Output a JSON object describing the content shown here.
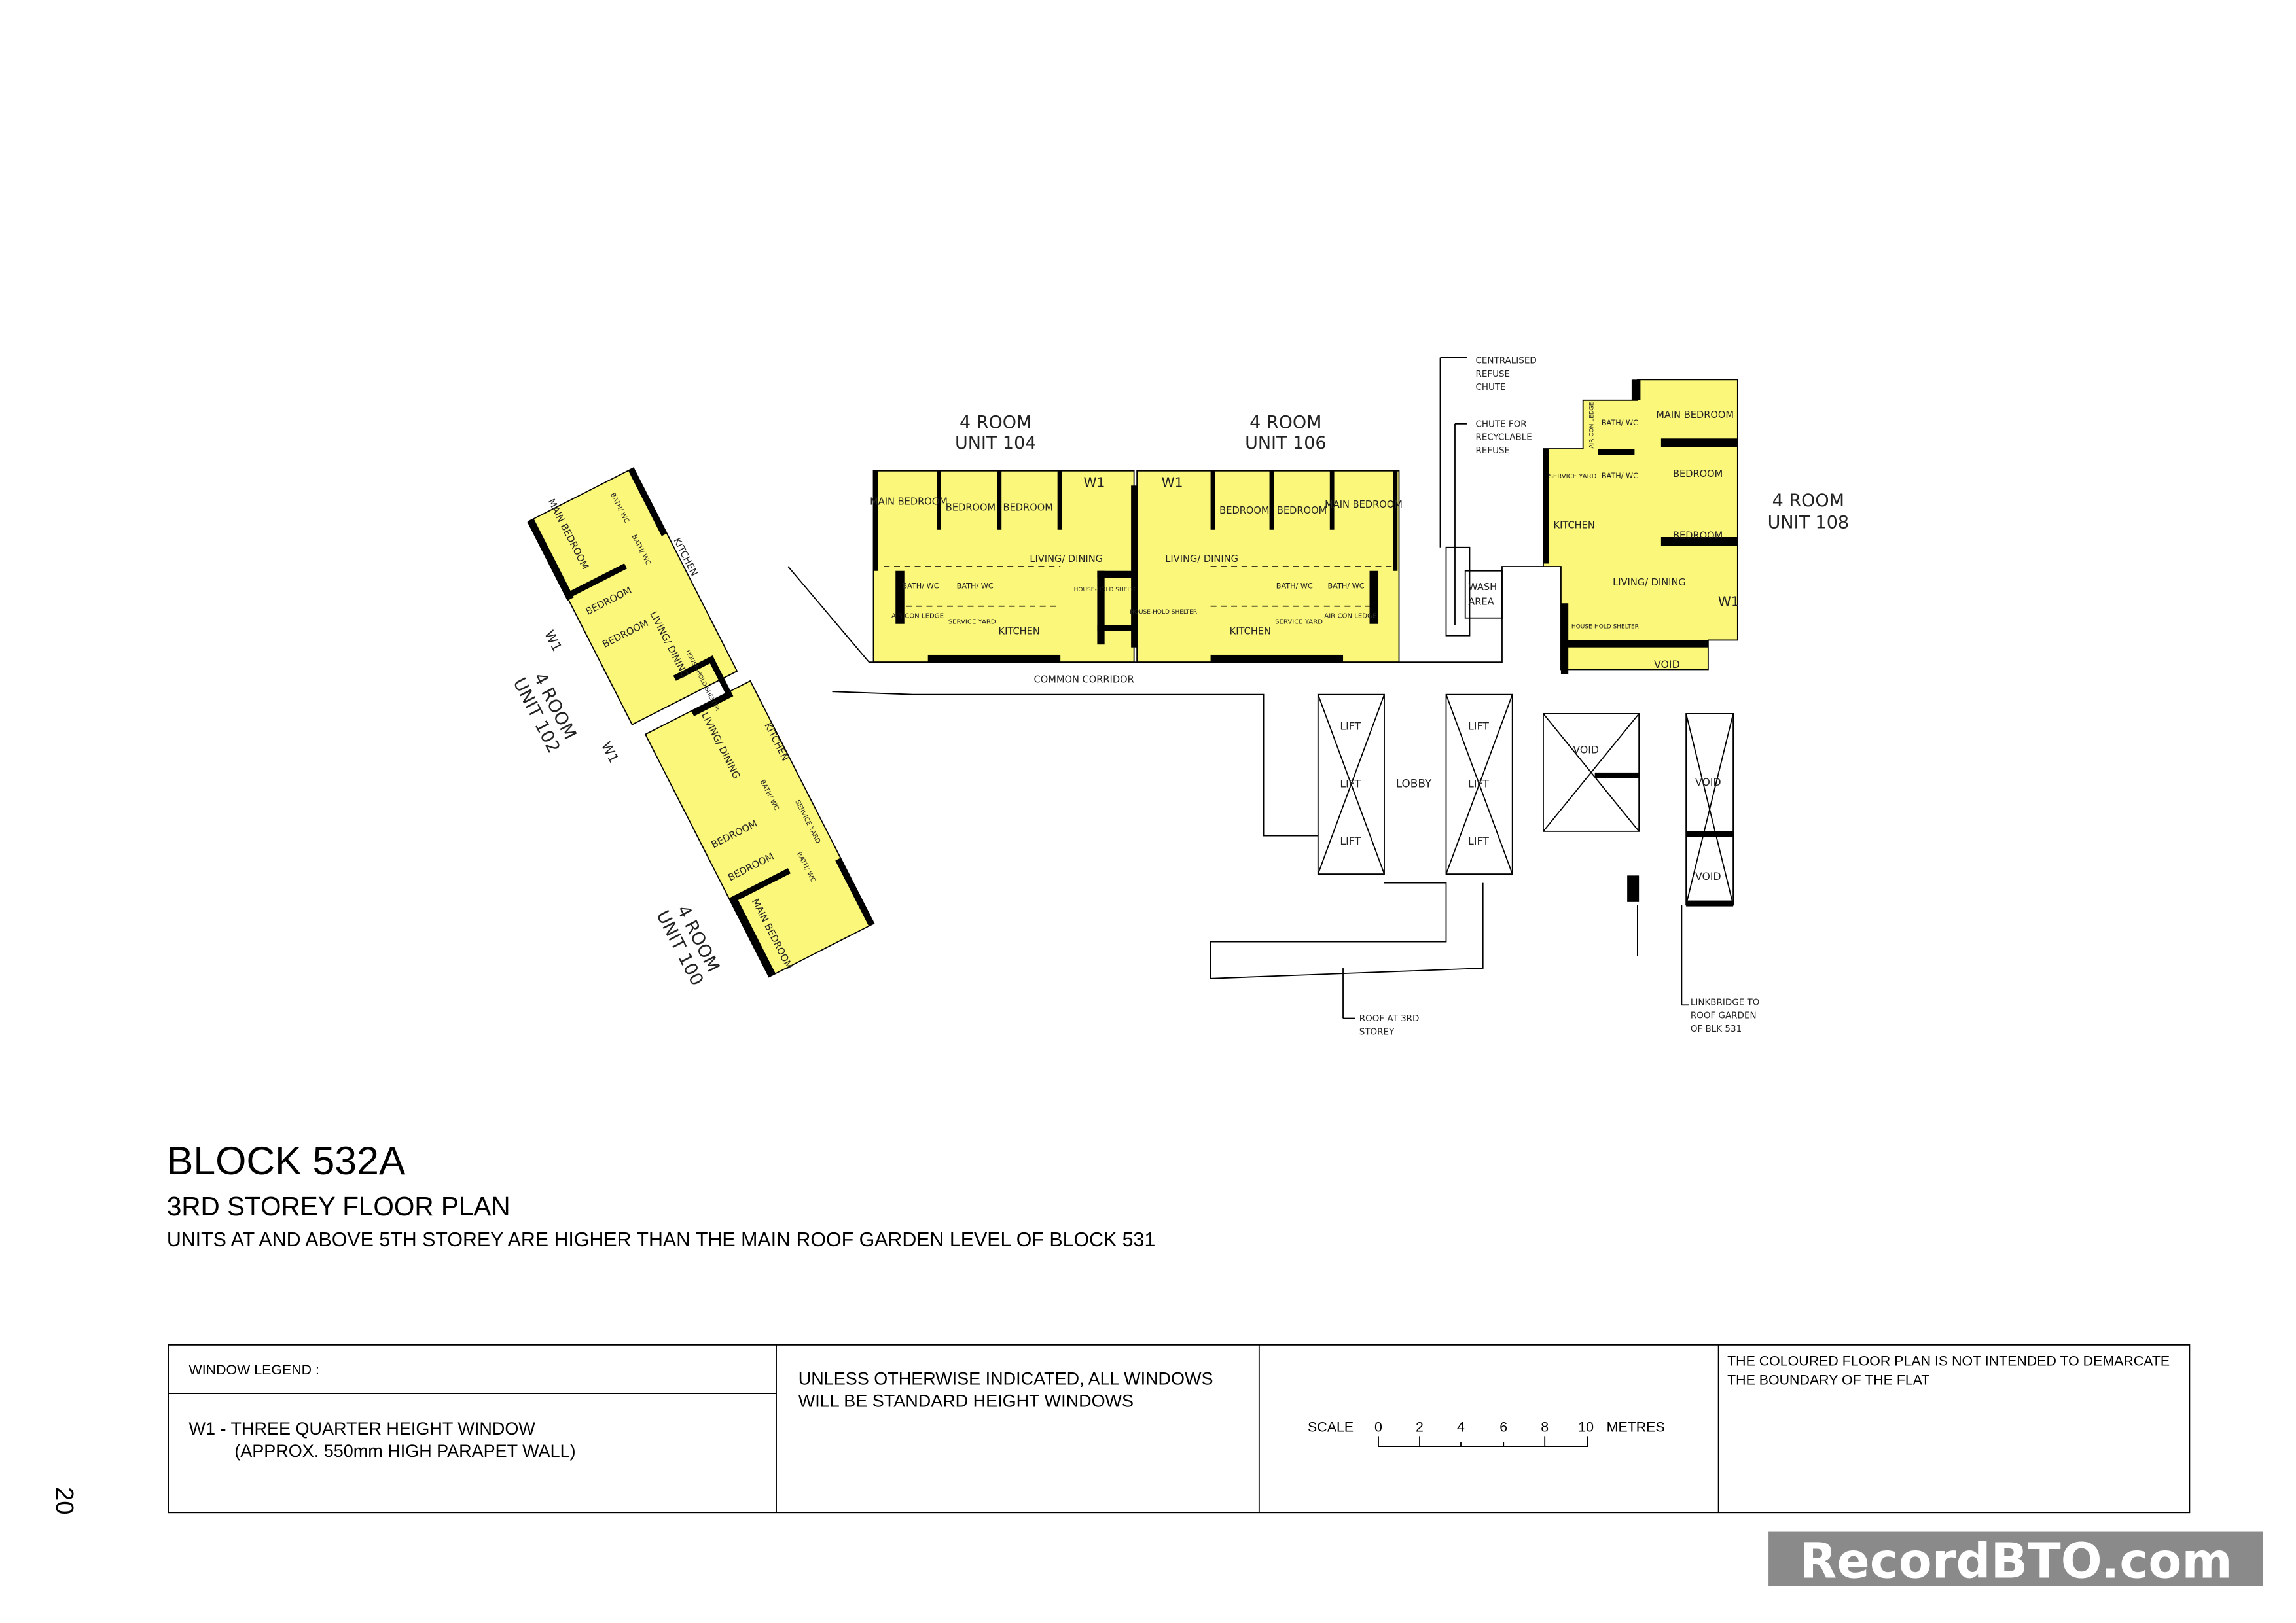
{
  "plan": {
    "unit_104": {
      "type": "4 ROOM",
      "unit": "UNIT 104",
      "rooms": [
        "MAIN BEDROOM",
        "BEDROOM",
        "BEDROOM",
        "LIVING/ DINING",
        "BATH/ WC",
        "BATH/ WC",
        "AIR-CON LEDGE",
        "SERVICE YARD",
        "KITCHEN",
        "HOUSE-HOLD SHELTER"
      ],
      "window": "W1"
    },
    "unit_106": {
      "type": "4 ROOM",
      "unit": "UNIT 106",
      "rooms": [
        "BEDROOM",
        "BEDROOM",
        "MAIN BEDROOM",
        "LIVING/ DINING",
        "BATH/ WC",
        "BATH/ WC",
        "AIR-CON LEDGE",
        "SERVICE YARD",
        "KITCHEN",
        "HOUSE-HOLD SHELTER"
      ],
      "window": "W1"
    },
    "unit_108": {
      "type": "4 ROOM",
      "unit": "UNIT 108",
      "rooms": [
        "MAIN BEDROOM",
        "BEDROOM",
        "BEDROOM",
        "KITCHEN",
        "SERVICE YARD",
        "BATH/ WC",
        "BATH/ WC",
        "AIR-CON LEDGE",
        "LIVING/ DINING",
        "HOUSE-HOLD SHELTER"
      ],
      "window": "W1"
    },
    "unit_102": {
      "type": "4 ROOM",
      "unit": "UNIT 102",
      "rooms": [
        "MAIN BEDROOM",
        "BEDROOM",
        "BEDROOM",
        "LIVING/ DINING",
        "KITCHEN",
        "BATH/ WC",
        "BATH/ WC",
        "HOUSE-HOLD SHELTER"
      ],
      "window": "W1"
    },
    "unit_100": {
      "type": "4 ROOM",
      "unit": "UNIT 100",
      "rooms": [
        "LIVING/ DINING",
        "KITCHEN",
        "BEDROOM",
        "BEDROOM",
        "MAIN BEDROOM",
        "BATH/ WC",
        "BATH/ WC",
        "SERVICE YARD"
      ],
      "window": "W1"
    },
    "labels": {
      "common_corridor": "COMMON CORRIDOR",
      "centralised_refuse_chute": [
        "CENTRALISED",
        "REFUSE",
        "CHUTE"
      ],
      "chute_recyclable": [
        "CHUTE FOR",
        "RECYCLABLE",
        "REFUSE"
      ],
      "wash_area": [
        "WASH",
        "AREA"
      ],
      "lobby": "LOBBY",
      "lift": "LIFT",
      "void": "VOID",
      "roof": [
        "ROOF AT 3RD",
        "STOREY"
      ],
      "linkbridge": [
        "LINKBRIDGE TO",
        "ROOF GARDEN",
        "OF BLK 531"
      ]
    },
    "unit_color": "#fbf77a"
  },
  "title": {
    "block": "BLOCK 532A",
    "storey": "3RD STOREY FLOOR PLAN",
    "note": "UNITS AT AND ABOVE 5TH STOREY ARE HIGHER THAN THE MAIN ROOF GARDEN LEVEL OF BLOCK 531"
  },
  "legend": {
    "header": "WINDOW LEGEND :",
    "w1_line1": "W1 - THREE QUARTER HEIGHT WINDOW",
    "w1_line2": "(APPROX. 550mm HIGH PARAPET WALL)",
    "windows_line1": "UNLESS OTHERWISE INDICATED, ALL WINDOWS",
    "windows_line2": "WILL BE STANDARD HEIGHT WINDOWS",
    "scale_label": "SCALE",
    "scale_ticks": [
      "0",
      "2",
      "4",
      "6",
      "8",
      "10"
    ],
    "scale_unit": "METRES",
    "disclaimer_line1": "THE COLOURED FLOOR PLAN IS NOT INTENDED TO DEMARCATE",
    "disclaimer_line2": "THE BOUNDARY OF THE FLAT"
  },
  "page_number": "20",
  "watermark": "RecordBTO.com"
}
